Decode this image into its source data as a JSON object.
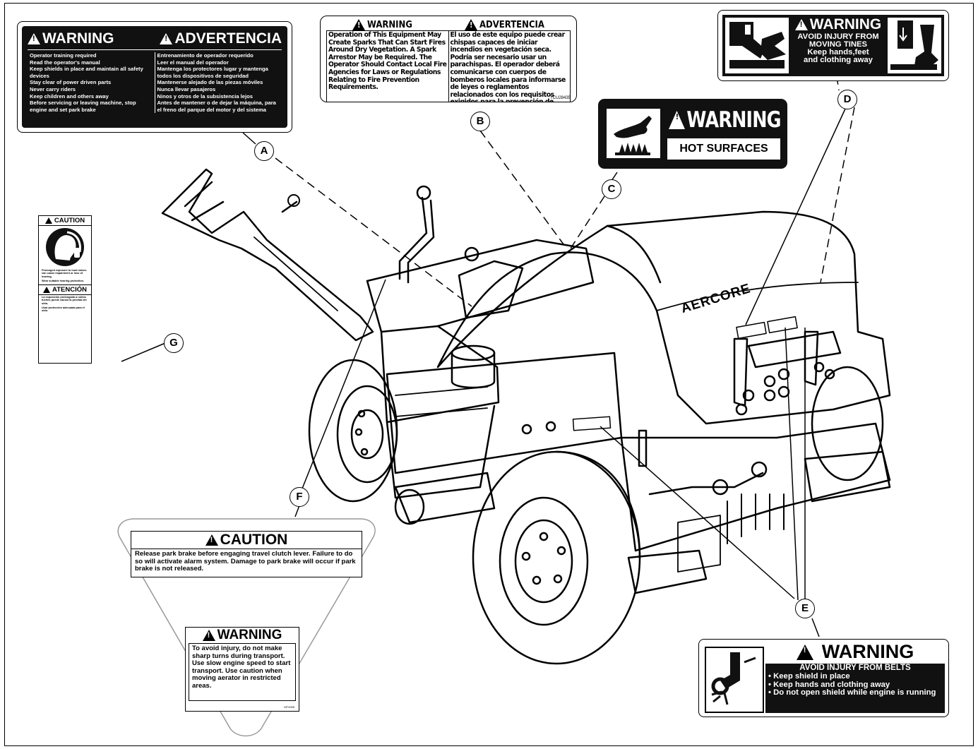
{
  "decal_a": {
    "warning": "WARNING",
    "advertencia": "ADVERTENCIA",
    "english": [
      "Operator training required",
      "Read the operator's manual",
      "Keep shields in place and maintain all safety devices",
      "Stay clear of power driven parts",
      "Never carry riders",
      "Keep children and others away",
      "Before servicing or leaving machine, stop engine and set park brake"
    ],
    "spanish": [
      "Entrenamiento de operador requerido",
      "Leer el manual del operador",
      "Mantenga los protectores lugar y mantenga todos los dispositivos de seguridad",
      "Mantenerse alejado de las piezas móviles",
      "Nunca llevar pasajeros",
      "Ninos y otros de la subsistencia lejos",
      "Antes de mantener o de dejar la máquina, para el freno del parque del motor y del sistema"
    ]
  },
  "decal_b": {
    "warning": "WARNING",
    "advertencia": "ADVERTENCIA",
    "english": "Operation of This Equipment May Create Sparks That Can Start Fires Around Dry Vegetation. A Spark Arrestor May be Required. The Operator Should Contact Local Fire Agencies for Laws or Regulations Relating to Fire Prevention Requirements.",
    "spanish": "El uso de este equipo puede crear chispas capaces de iniciar incendios en vegetación seca. Podría ser necesario usar un parachispas. El operador deberá comunicarse con cuerpos de bomberos locales para informarse de leyes o reglamentos relacionados con los requisitos exigidos para la prevención de incendios.",
    "code": "TCU28435"
  },
  "decal_c": {
    "warning": "WARNING",
    "hot": "HOT SURFACES"
  },
  "decal_d": {
    "warning": "WARNING",
    "line1": "AVOID INJURY FROM",
    "line2": "MOVING TINES",
    "line3": "Keep hands,feet",
    "line4": "and clothing away"
  },
  "decal_e": {
    "warning": "WARNING",
    "sub": "AVOID INJURY FROM BELTS",
    "items": [
      "Keep shield in place",
      "Keep hands and clothing away",
      "Do not open shield while engine is running"
    ]
  },
  "decal_g": {
    "caution": "CAUTION",
    "caution_text": "Prolonged exposure to loud noises can cause impairment or loss of hearing.",
    "caution_text2": "Wear suitable hearing protection.",
    "atencion": "ATENCIÓN",
    "atencion_text": "La exposición prolongada a ruidos fuertes puede causar la pérdida del oído.",
    "atencion_text2": "Usar protección adecuada para el oído."
  },
  "decal_f": {
    "caution": "CAUTION",
    "caution_text": "Release park brake before engaging travel clutch lever. Failure to do so will activate alarm system. Damage to park brake will occur if park brake is not released.",
    "warning": "WARNING",
    "warning_text": "To avoid injury, do not make sharp turns during transport. Use slow engine speed to start transport. Use caution when moving aerator in restricted areas.",
    "code": "MT4935"
  },
  "callouts": [
    "A",
    "B",
    "C",
    "D",
    "E",
    "F",
    "G"
  ],
  "brand": "AERCORE"
}
